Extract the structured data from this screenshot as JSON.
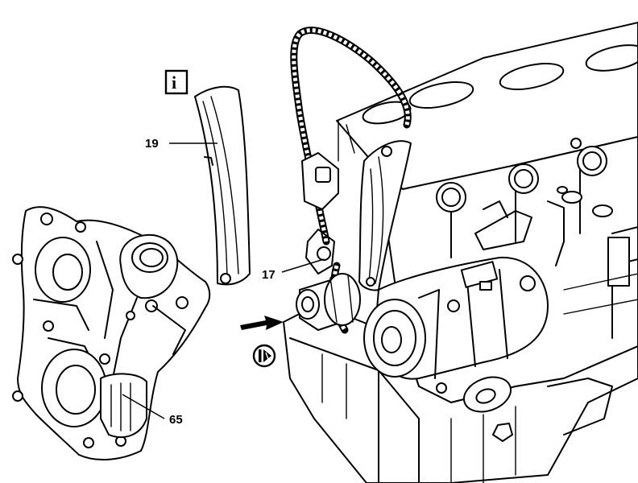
{
  "callouts": {
    "guide_rail": "19",
    "chain_guide": "17",
    "timing_cover": "65"
  },
  "symbols": {
    "info_box": "i",
    "info_icon": "info-box-icon",
    "notice_icon": "notice-symbol-icon",
    "arrow_icon": "direction-arrow-icon"
  },
  "colors": {
    "line": "#000000",
    "background": "#ffffff"
  }
}
